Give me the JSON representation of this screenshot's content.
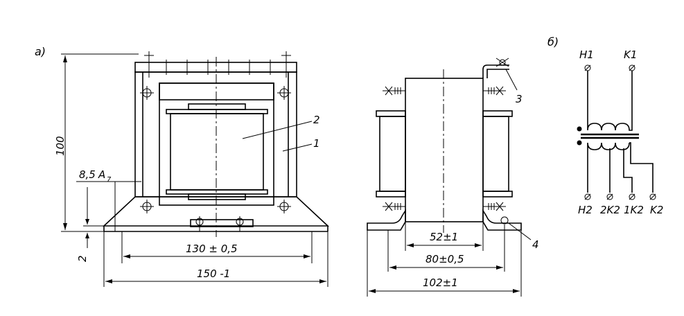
{
  "panels": {
    "a": "a)",
    "b": "б)"
  },
  "front_view": {
    "dim_height": "100",
    "dim_offset": "8,5",
    "dim_offset_sub": "A",
    "dim_offset_subsub": "7",
    "dim_base": "2",
    "dim_holes": "130 ± 0,5",
    "dim_width": "150 -1",
    "callout_1": "1",
    "callout_2": "2"
  },
  "side_view": {
    "dim_core": "52±1",
    "dim_holes": "80±0,5",
    "dim_width": "102±1",
    "callout_3": "3",
    "callout_4": "4"
  },
  "schematic": {
    "top_left": "H1",
    "top_right": "K1",
    "bottom_labels": [
      "H2",
      "2K2",
      "1K2",
      "K2"
    ]
  }
}
